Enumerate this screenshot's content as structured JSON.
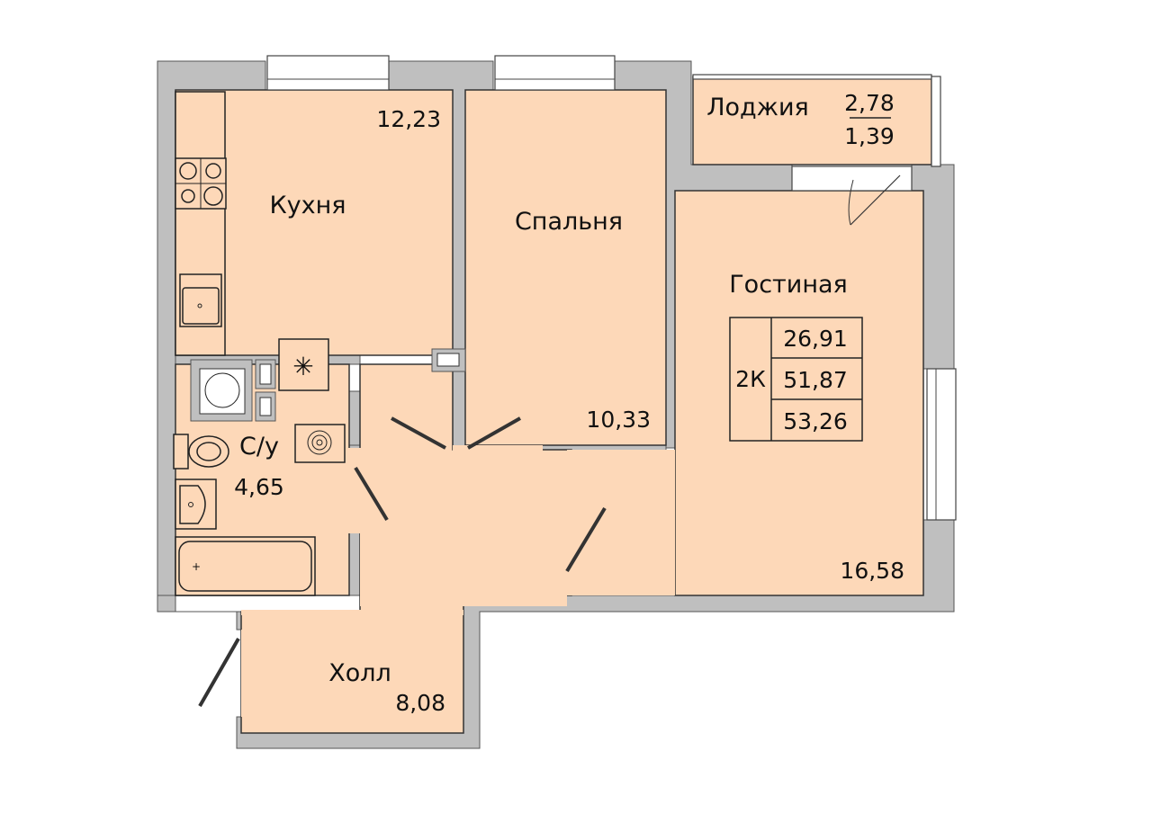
{
  "plan": {
    "rooms": {
      "kitchen": {
        "name": "Кухня",
        "area": "12,23"
      },
      "bedroom": {
        "name": "Спальня",
        "area": "10,33"
      },
      "living": {
        "name": "Гостиная",
        "area": "16,58"
      },
      "bathroom": {
        "name": "С/у",
        "area": "4,65"
      },
      "hall": {
        "name": "Холл",
        "area": "8,08"
      },
      "loggia": {
        "name": "Лоджия",
        "area": "2,78",
        "area_reduced": "1,39"
      }
    },
    "summary": {
      "type": "2К",
      "living_area": "26,91",
      "total_area": "51,87",
      "total_with_loggia": "53,26"
    },
    "colors": {
      "room_fill": "#fdd8b8",
      "wall": "#bfbfbf"
    }
  }
}
